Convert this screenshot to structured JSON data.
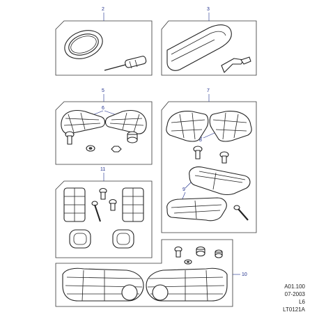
{
  "callouts": {
    "c2": "2",
    "c3": "3",
    "c5": "5",
    "c6": "6",
    "c7": "7",
    "c8": "8",
    "c9": "9",
    "c10": "10",
    "c11": "11"
  },
  "reference": {
    "line1": "A01.100",
    "line2": "07-2003",
    "line3": "L6",
    "line4": "LT0121A"
  },
  "colors": {
    "callout": "#1a2a8a",
    "line": "#222222"
  }
}
